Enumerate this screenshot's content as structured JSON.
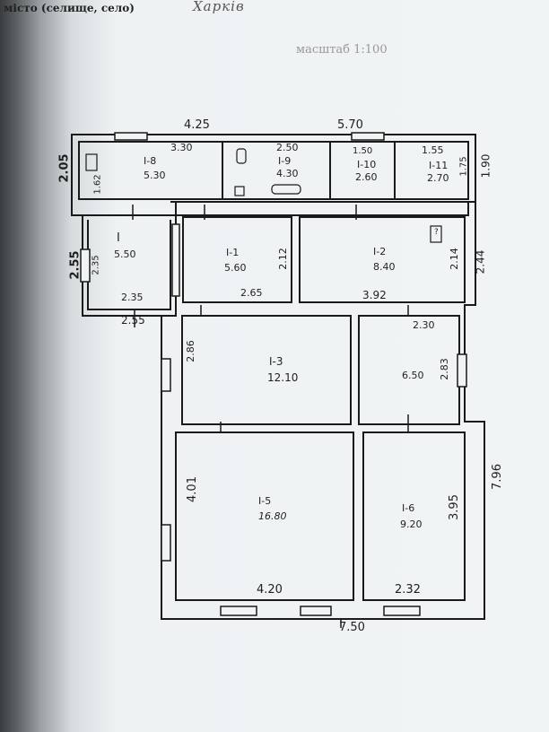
{
  "header": {
    "location_type": "місто (селище, село)",
    "city": "Харків",
    "scale": "масштаб 1:100"
  },
  "dimensions": {
    "top_left": "4.25",
    "top_right": "5.70",
    "left_annex": "2.05",
    "left_room1": "2.55",
    "right_annex": "1.90",
    "right_room2": "2.44",
    "right_total": "7.96",
    "bottom_total": "7.50",
    "bottom_room1": "2.55"
  },
  "rooms": {
    "r8": {
      "num": "І-8",
      "area": "5.30",
      "width": "3.30"
    },
    "r9": {
      "num": "І-9",
      "area": "4.30",
      "width": "2.50"
    },
    "r10": {
      "num": "І-10",
      "area": "2.60",
      "width": "1.50"
    },
    "r11": {
      "num": "І-11",
      "area": "2.70",
      "width": "1.55",
      "height": "1.75"
    },
    "r7": {
      "num": "1.62"
    },
    "r1": {
      "num": "І",
      "area": "5.50",
      "width": "2.35",
      "height": "2.35"
    },
    "r1_1": {
      "num": "І-1",
      "area": "5.60",
      "width": "2.65",
      "height": "2.12"
    },
    "r2": {
      "num": "І-2",
      "area": "8.40",
      "width": "3.92",
      "height": "2.14"
    },
    "r3": {
      "num": "І-3",
      "area": "12.10",
      "height": "2.86"
    },
    "r4": {
      "num": "",
      "area": "6.50",
      "width": "2.30",
      "height": "2.83"
    },
    "r5": {
      "num": "І-5",
      "area": "16.80",
      "width": "4.20",
      "height": "4.01"
    },
    "r6": {
      "num": "І-6",
      "area": "9.20",
      "width": "2.32",
      "height": "3.95"
    }
  },
  "toilet_mark": "?"
}
